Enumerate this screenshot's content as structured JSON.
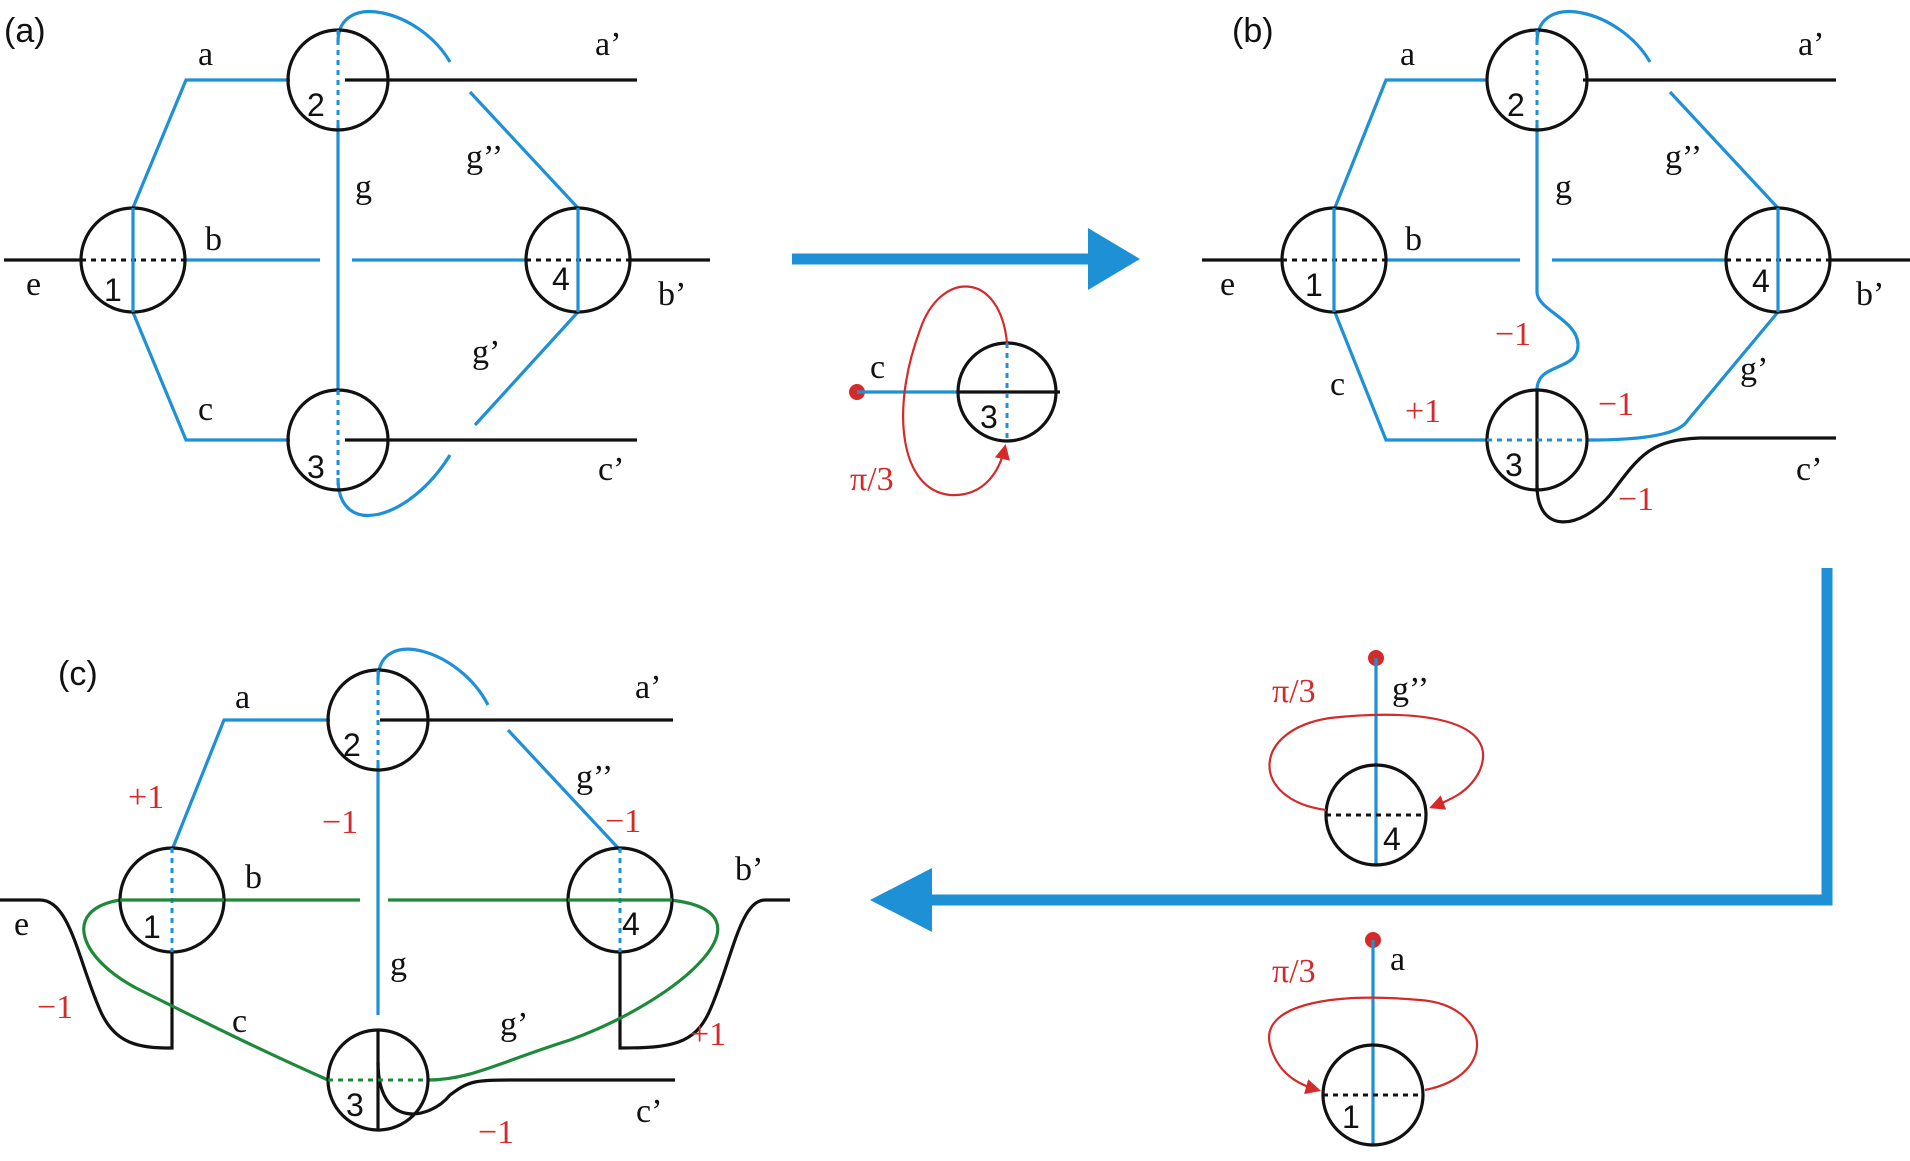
{
  "panels": {
    "a": {
      "tag": "(a)",
      "nodes": [
        "1",
        "2",
        "3",
        "4"
      ],
      "edges": {
        "a": "a",
        "a_prime": "a’",
        "b": "b",
        "b_prime": "b’",
        "c": "c",
        "c_prime": "c’",
        "e": "e",
        "g": "g",
        "g_prime": "g’",
        "g_dprime": "g’’"
      }
    },
    "b": {
      "tag": "(b)",
      "nodes": [
        "1",
        "2",
        "3",
        "4"
      ],
      "edges": {
        "a": "a",
        "a_prime": "a’",
        "b": "b",
        "b_prime": "b’",
        "c": "c",
        "c_prime": "c’",
        "e": "e",
        "g": "g",
        "g_prime": "g’",
        "g_dprime": "g’’"
      },
      "weights": [
        "−1",
        "+1",
        "−1",
        "−1"
      ]
    },
    "c": {
      "tag": "(c)",
      "nodes": [
        "1",
        "2",
        "3",
        "4"
      ],
      "edges": {
        "a": "a",
        "a_prime": "a’",
        "b": "b",
        "b_prime": "b’",
        "c": "c",
        "c_prime": "c’",
        "e": "e",
        "g": "g",
        "g_prime": "g’",
        "g_dprime": "g’’"
      },
      "weights": {
        "a": "+1",
        "g_top": "−1",
        "g_dprime": "−1",
        "e": "−1",
        "b_prime": "+1",
        "c_prime": "−1"
      }
    }
  },
  "rotation_insets": {
    "node3": {
      "edge": "c",
      "node": "3",
      "angle": "π/3"
    },
    "node4": {
      "edge": "g’’",
      "node": "4",
      "angle": "π/3"
    },
    "node1": {
      "edge": "a",
      "node": "1",
      "angle": "π/3"
    }
  },
  "colors": {
    "line_black": "#111111",
    "line_blue": "#1e90d6",
    "line_green": "#1d8a3a",
    "annotation_red": "#d42a2a"
  }
}
